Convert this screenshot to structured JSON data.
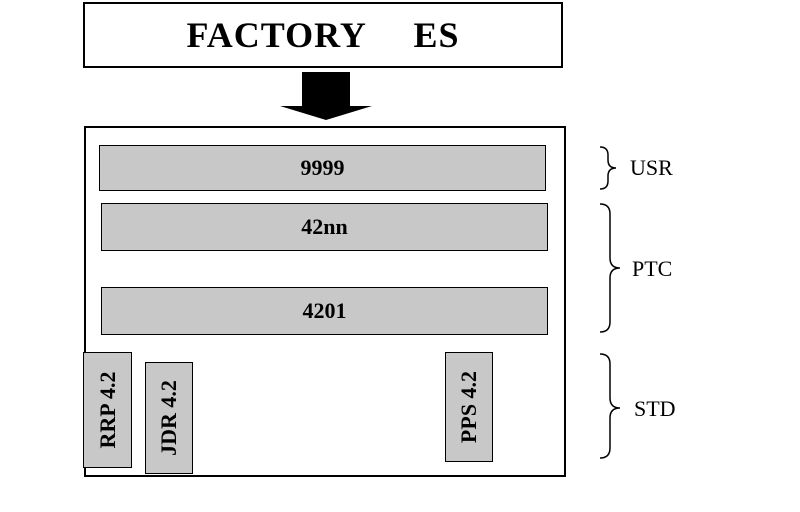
{
  "title": "FACTORY  ES",
  "layers": {
    "usr": "9999",
    "ptc_top": "42nn",
    "ptc_bottom": "4201"
  },
  "std_modules": [
    "RRP 4.2",
    "JDR 4.2",
    "PPS 4.2"
  ],
  "groups": {
    "usr": "USR",
    "ptc": "PTC",
    "std": "STD"
  },
  "colors": {
    "layer_fill": "#c8c8c8",
    "outline": "#000000"
  }
}
